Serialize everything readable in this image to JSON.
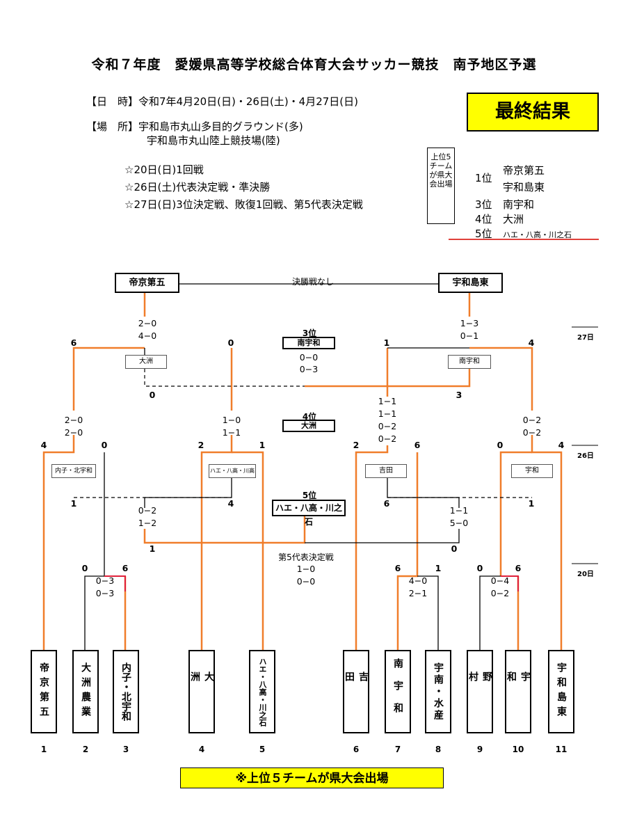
{
  "title": "令和７年度　愛媛県高等学校総合体育大会サッカー競技　南予地区予選",
  "info": {
    "date": "【日　時】令和7年4月20日(日)・26日(土)・4月27日(日)",
    "place1": "【場　所】宇和島市丸山多目的グラウンド(多)",
    "place2": "宇和島市丸山陸上競技場(陸)",
    "sched1": "☆20日(日)1回戦",
    "sched2": "☆26日(土)代表決定戦・準決勝",
    "sched3": "☆27日(日)3位決定戦、敗復1回戦、第5代表決定戦"
  },
  "final_result_label": "最終結果",
  "qualify_note": "上位5チームが県大会出場",
  "ranking": [
    {
      "rank": "1位",
      "team": "帝京第五"
    },
    {
      "rank": "",
      "team": "宇和島東"
    },
    {
      "rank": "3位",
      "team": "南宇和"
    },
    {
      "rank": "4位",
      "team": "大洲"
    },
    {
      "rank": "5位",
      "team": "ハエ・八高・川之石"
    }
  ],
  "bracket": {
    "finalists": [
      "帝京第五",
      "宇和島東"
    ],
    "no_final": "決勝戦なし",
    "third": {
      "label": "3位",
      "team": "南宇和",
      "s1": "0−0",
      "s2": "0−3"
    },
    "fourth": {
      "label": "4位",
      "team": "大洲"
    },
    "fifth": {
      "label": "5位",
      "team": "ハエ・八高・川之石"
    },
    "fifth_decider": {
      "label": "第5代表決定戦",
      "s1": "1−0",
      "s2": "0−0"
    },
    "semi_left": {
      "s1": "2−0",
      "s2": "4−0",
      "a": "6",
      "b": "0",
      "loser": "大洲"
    },
    "semi_right": {
      "s1": "1−3",
      "s2": "0−1",
      "a": "1",
      "b": "4",
      "loser": "南宇和"
    },
    "third_nums": {
      "left": "0",
      "right": "3"
    },
    "q1": {
      "s1": "2−0",
      "s2": "2−0",
      "a": "4",
      "b": "0",
      "loser": "内子・北宇和"
    },
    "q2": {
      "s1": "1−0",
      "s2": "1−1",
      "a": "2",
      "b": "1",
      "loser": "ハエ・八高・川高"
    },
    "q3": {
      "s1": "1−1",
      "s2": "1−1",
      "s3": "0−2",
      "s4": "0−2",
      "a": "2",
      "b": "6",
      "loser": "吉田"
    },
    "q4": {
      "s1": "0−2",
      "s2": "0−2",
      "a": "0",
      "b": "4",
      "loser": "宇和"
    },
    "rep_left": {
      "s1": "0−2",
      "s2": "1−2",
      "a": "1",
      "b": "4",
      "c": "1"
    },
    "rep_right": {
      "s1": "1−1",
      "s2": "5−0",
      "a": "6",
      "b": "1",
      "c": "0"
    },
    "r1_a": {
      "s1": "0−3",
      "s2": "0−3",
      "a": "0",
      "b": "6"
    },
    "r1_b": {
      "s1": "4−0",
      "s2": "2−1",
      "a": "6",
      "b": "1"
    },
    "r1_c": {
      "s1": "0−4",
      "s2": "0−2",
      "a": "0",
      "b": "6"
    }
  },
  "dates": [
    "27日",
    "26日",
    "20日"
  ],
  "teams": [
    {
      "name": "帝京第五",
      "seed": "1"
    },
    {
      "name": "大洲農業",
      "seed": "2"
    },
    {
      "name": "内子・北宇和",
      "seed": "3"
    },
    {
      "name": "大洲",
      "seed": "4"
    },
    {
      "name": "ハエ・八高・川之石",
      "seed": "5"
    },
    {
      "name": "吉田",
      "seed": "6"
    },
    {
      "name": "南宇和",
      "seed": "7"
    },
    {
      "name": "宇南・水産",
      "seed": "8"
    },
    {
      "name": "野村",
      "seed": "9"
    },
    {
      "name": "宇和",
      "seed": "10"
    },
    {
      "name": "宇和島東",
      "seed": "11"
    }
  ],
  "bottom_banner": "※上位５チームが県大会出場",
  "colors": {
    "win_line": "#f07d2a",
    "lose_line": "#000000",
    "accent": "#ffff00",
    "red": "#e0203a"
  }
}
